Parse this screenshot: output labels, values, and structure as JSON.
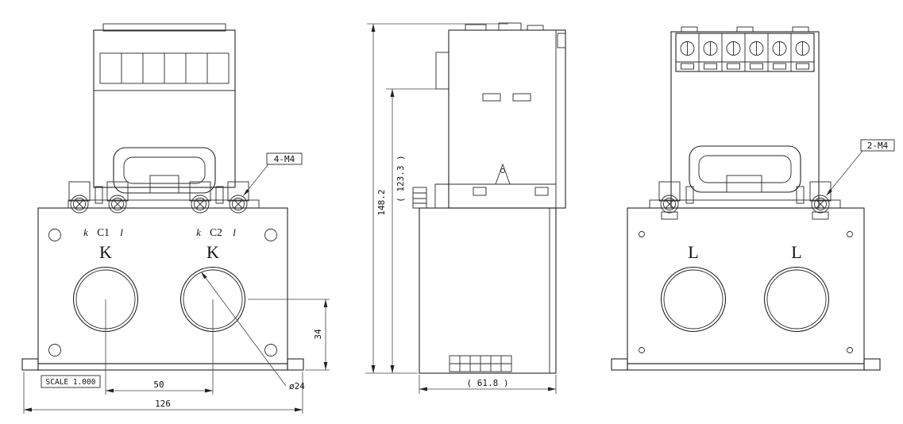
{
  "drawing": {
    "front": {
      "terminals": [
        "k",
        "C1",
        "l",
        "k",
        "C2",
        "l"
      ],
      "hole_labels": [
        "K",
        "K"
      ],
      "callout": "4-M4",
      "scale": "SCALE 1.000",
      "dims": {
        "hole_spacing": "50",
        "overall_width": "126",
        "hole_center_height": "34",
        "hole_diameter": "ø24"
      }
    },
    "side": {
      "dims": {
        "overall_height": "148.2",
        "body_height": "( 123.3 )",
        "depth": "( 61.8 )"
      }
    },
    "rear": {
      "hole_labels": [
        "L",
        "L"
      ],
      "callout": "2-M4"
    }
  }
}
